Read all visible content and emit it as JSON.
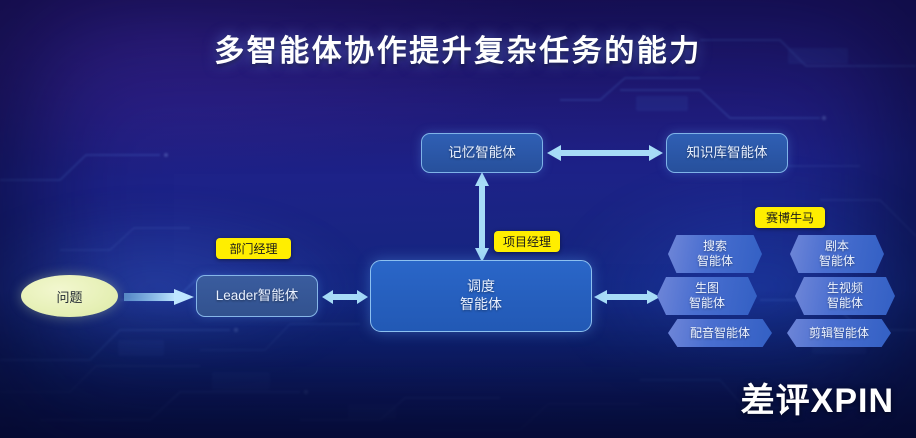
{
  "title": "多智能体协作提升复杂任务的能力",
  "watermark": "差评XPIN",
  "colors": {
    "accent_yellow": "#ffee00",
    "node_blue": "#2f5fb4",
    "dispatch_blue": "#2a66c8",
    "hex_blue": "#4a6fd0",
    "arrow_blue": "#9ad2f5",
    "problem_fill": "#e6f0b6",
    "background_deep": "#1d2288"
  },
  "nodes": {
    "problem": "问题",
    "leader": "Leader智能体",
    "dispatch_line1": "调度",
    "dispatch_line2": "智能体",
    "memory": "记忆智能体",
    "knowledge_base": "知识库智能体"
  },
  "tags": {
    "department_manager": "部门经理",
    "project_manager": "项目经理",
    "cyber_workhorse": "赛博牛马"
  },
  "workers": [
    {
      "line1": "搜索",
      "line2": "智能体"
    },
    {
      "line1": "剧本",
      "line2": "智能体"
    },
    {
      "line1": "生图",
      "line2": "智能体"
    },
    {
      "line1": "生视频",
      "line2": "智能体"
    },
    {
      "line1": "配音智能体",
      "line2": ""
    },
    {
      "line1": "剪辑智能体",
      "line2": ""
    }
  ],
  "arrows": {
    "problem_to_leader": "single-right",
    "leader_to_dispatch": "double-horizontal",
    "dispatch_to_memory": "double-vertical",
    "memory_to_knowledge": "double-horizontal",
    "dispatch_to_workers": "double-horizontal"
  }
}
